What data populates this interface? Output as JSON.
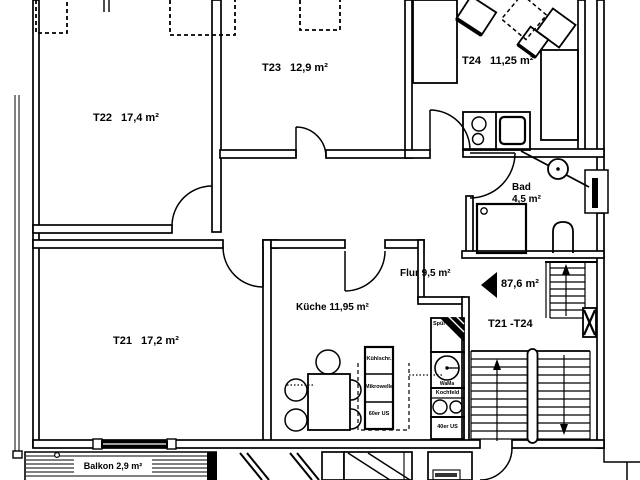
{
  "title": "floor-plan",
  "rooms": {
    "t22": {
      "name": "T22",
      "area": "17,4 m²"
    },
    "t23": {
      "name": "T23",
      "area": "12,9 m²"
    },
    "t24": {
      "name": "T24",
      "area": "11,25 m²"
    },
    "t21": {
      "name": "T21",
      "area": "17,2 m²"
    },
    "bad": {
      "name": "Bad",
      "area": "4,5 m²"
    },
    "flur": {
      "name": "Flur",
      "area": "9,5 m²"
    },
    "kueche": {
      "name": "Küche",
      "area": "11,95 m²"
    },
    "balkon": {
      "name": "Balkon",
      "area": "2,9 m²"
    }
  },
  "annotations": {
    "total_area": "87,6 m²",
    "unit_range": "T21 -T24"
  },
  "kitchen": {
    "fridge": "Kühlschr.",
    "microwave": "Mikrowelle",
    "base_60": "60er US",
    "sink": "Spül",
    "washer": "WaMa",
    "hob": "Kochfeld",
    "base_40": "40er US"
  },
  "colors": {
    "line": "#000000",
    "bg": "#ffffff"
  }
}
